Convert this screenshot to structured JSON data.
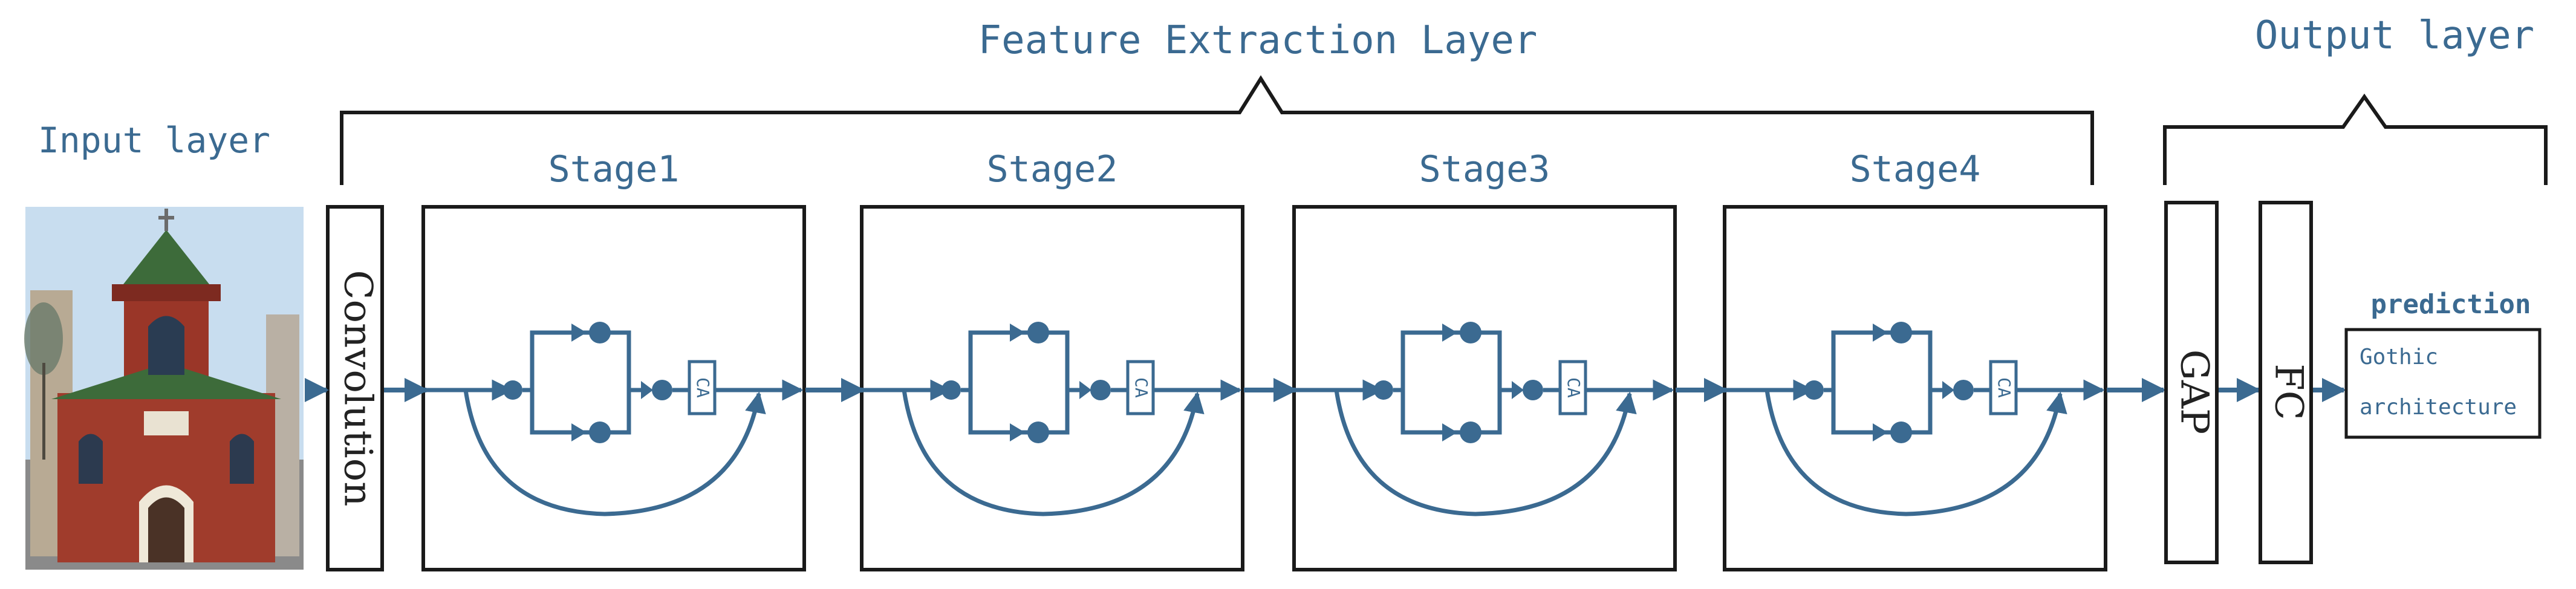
{
  "headings": {
    "input_layer": "Input layer",
    "feature_extraction_layer": "Feature Extraction Layer",
    "output_layer": "Output layer"
  },
  "convolution": "Convolution",
  "stages": [
    {
      "label": "Stage1",
      "attention": "CA"
    },
    {
      "label": "Stage2",
      "attention": "CA"
    },
    {
      "label": "Stage3",
      "attention": "CA"
    },
    {
      "label": "Stage4",
      "attention": "CA"
    }
  ],
  "gap": "GAP",
  "fc": "FC",
  "prediction": {
    "title": "prediction",
    "line1": "Gothic",
    "line2": "architecture"
  },
  "input_image": {
    "subject": "red-brick-gothic-church"
  },
  "colors": {
    "flow": "#3b6a91",
    "text": "#3b6a91",
    "box": "#1a1a1a",
    "sky": "#c8ddef",
    "brick": "#9a3628",
    "roof": "#3d6b3a"
  }
}
